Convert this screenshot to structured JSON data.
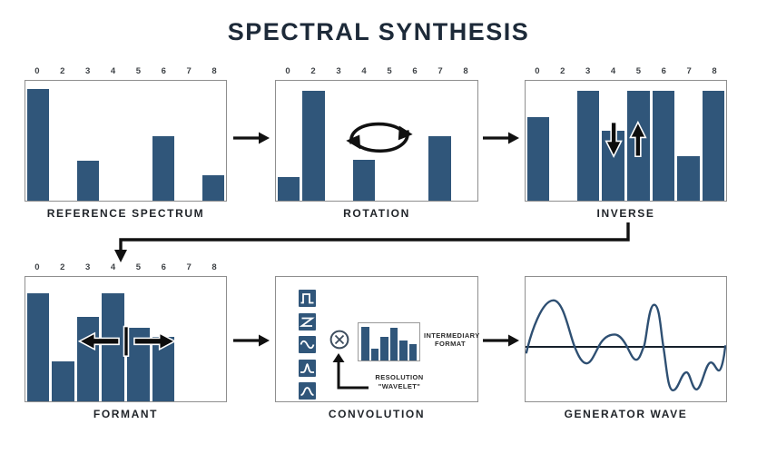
{
  "title": "SPECTRAL SYNTHESIS",
  "colors": {
    "bar": "#30567A",
    "wave": "#2E4F72",
    "title_ink": "#1D2A39",
    "label_ink": "#1F2328",
    "tick_ink": "#3F4347",
    "arrow_ink": "#111111",
    "panel_border": "#8F8F8F"
  },
  "ticks": [
    "0",
    "2",
    "3",
    "4",
    "5",
    "6",
    "7",
    "8"
  ],
  "panels": {
    "reference": {
      "label": "REFERENCE SPECTRUM"
    },
    "rotation": {
      "label": "ROTATION"
    },
    "inverse": {
      "label": "INVERSE"
    },
    "formant": {
      "label": "FORMANT"
    },
    "convolution": {
      "label": "CONVOLUTION",
      "wavelet_icons": [
        "square-wave",
        "sawtooth-wave",
        "sine-wave",
        "sharp-peak-wave",
        "smooth-peak-wave"
      ],
      "operator_icon": "circled-times",
      "intermediary_label_line1": "INTERMEDIARY",
      "intermediary_label_line2": "FORMAT",
      "resolution_label_line1": "RESOLUTION",
      "resolution_label_line2": "\"WAVELET\""
    },
    "generator": {
      "label": "GENERATOR WAVE"
    }
  },
  "chart_data": [
    {
      "type": "bar",
      "title": "REFERENCE SPECTRUM",
      "categories": [
        "0",
        "2",
        "3",
        "4",
        "5",
        "6",
        "7",
        "8"
      ],
      "values": [
        0.93,
        0,
        0.33,
        0,
        0,
        0.54,
        0,
        0.21
      ],
      "ylim": [
        0,
        1
      ],
      "grid": false
    },
    {
      "type": "bar",
      "title": "ROTATION",
      "categories": [
        "0",
        "2",
        "3",
        "4",
        "5",
        "6",
        "7",
        "8"
      ],
      "values": [
        0.2,
        0.92,
        0,
        0.34,
        0,
        0,
        0.54,
        0
      ],
      "ylim": [
        0,
        1
      ],
      "grid": false
    },
    {
      "type": "bar",
      "title": "INVERSE",
      "categories": [
        "0",
        "2",
        "3",
        "4",
        "5",
        "6",
        "7",
        "8"
      ],
      "values": [
        0.7,
        0,
        0.92,
        0.58,
        0.92,
        0.92,
        0.37,
        0.92
      ],
      "ylim": [
        0,
        1
      ],
      "grid": false
    },
    {
      "type": "bar",
      "title": "FORMANT",
      "categories": [
        "0",
        "2",
        "3",
        "4",
        "5",
        "6",
        "7",
        "8"
      ],
      "values": [
        0.87,
        0.32,
        0.68,
        0.87,
        0.59,
        0.52,
        0,
        0
      ],
      "ylim": [
        0,
        1
      ],
      "grid": false
    },
    {
      "type": "bar",
      "title": "INTERMEDIARY FORMAT",
      "values": [
        0.9,
        0.31,
        0.63,
        0.88,
        0.53,
        0.45
      ],
      "ylim": [
        0,
        1
      ],
      "grid": false
    },
    {
      "type": "line",
      "title": "GENERATOR WAVE",
      "x": [
        0,
        0.14,
        0.24,
        0.31,
        0.44,
        0.5,
        0.55,
        0.64,
        0.69,
        0.73,
        0.8,
        0.85,
        0.92,
        0.96,
        1.0
      ],
      "y": [
        -0.13,
        0.79,
        0,
        -0.32,
        0.19,
        0,
        -0.25,
        0.71,
        0,
        -0.79,
        -0.48,
        -0.78,
        -0.3,
        -0.44,
        0
      ],
      "note": "normalized amplitude vs normalized time, zero axis drawn through panel"
    }
  ]
}
